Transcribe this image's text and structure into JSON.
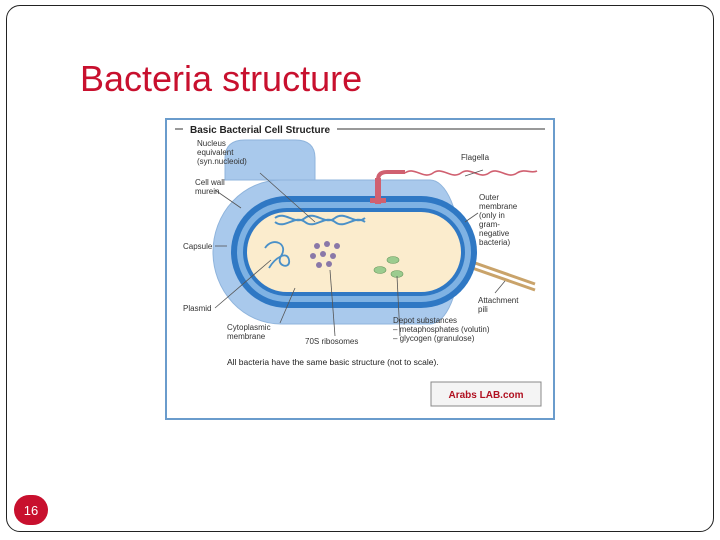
{
  "slide": {
    "title": "Bacteria structure",
    "page_number": "16"
  },
  "figure": {
    "header": "Basic Bacterial Cell Structure",
    "labels": {
      "nucleus": [
        "Nucleus",
        "equivalent",
        "(syn.nucleoid)"
      ],
      "cell_wall": [
        "Cell wall",
        "murein"
      ],
      "capsule": "Capsule",
      "plasmid": "Plasmid",
      "cytoplasmic_membrane": [
        "Cytoplasmic",
        "membrane"
      ],
      "ribosomes": "70S ribosomes",
      "flagella": "Flagella",
      "outer_membrane": [
        "Outer",
        "membrane",
        "(only in",
        "gram-",
        "negative",
        "bacteria)"
      ],
      "attachment_pili": [
        "Attachment",
        "pili"
      ],
      "depot_substances": [
        "Depot substances",
        "– metaphosphates (volutin)",
        "– glycogen (granulose)"
      ]
    },
    "caption": "All bacteria have the same basic structure (not to scale).",
    "watermark": "Arabs LAB.com"
  },
  "colors": {
    "title": "#c8102e",
    "badge": "#c8102e",
    "capsule": "#a9c9ec",
    "wall": "#2f78c4",
    "cytoplasm": "#fbeccd",
    "flagellum": "#d06070",
    "frame": "#6a9ccc"
  }
}
